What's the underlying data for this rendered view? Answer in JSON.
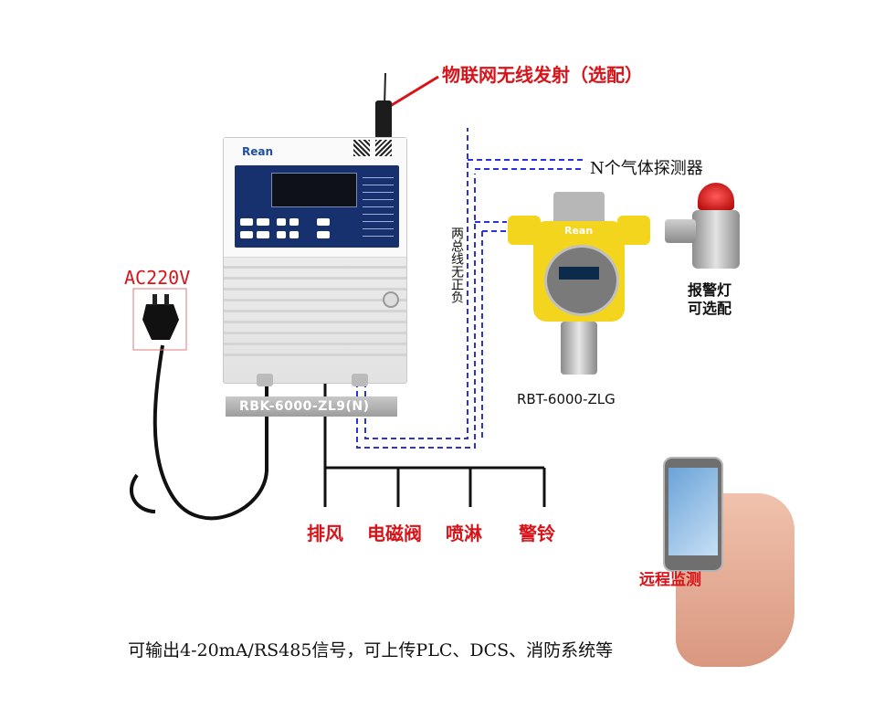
{
  "top_label": "物联网无线发射（选配）",
  "detectors_label": "N个气体探测器",
  "bus_label": "两总线无正负",
  "power_label": "AC220V",
  "controller": {
    "brand": "Rean",
    "model": "RBK-6000-ZL9(N)"
  },
  "detector": {
    "brand": "Rean",
    "model": "RBT-6000-ZLG"
  },
  "alarm_light_label": "报警灯\n可选配",
  "outputs": [
    "排风",
    "电磁阀",
    "喷淋",
    "警铃"
  ],
  "remote_label": "远程监测",
  "footer": "可输出4-20mA/RS485信号，可上传PLC、DCS、消防系统等",
  "colors": {
    "red": "#d8141a",
    "bus_blue": "#2a32d8",
    "panel_blue": "#17306e",
    "detector_yellow": "#f2d51c"
  }
}
